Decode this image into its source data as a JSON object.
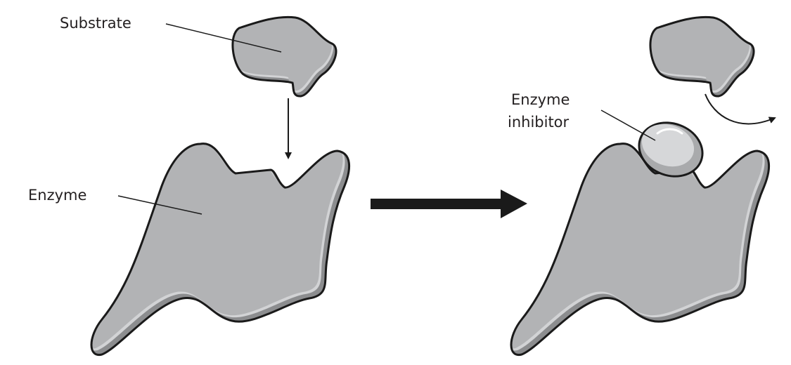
{
  "labels": {
    "substrate": "Substrate",
    "enzyme": "Enzyme",
    "inhibitor_line1": "Enzyme",
    "inhibitor_line2": "inhibitor"
  },
  "colors": {
    "outline": "#1a1a1a",
    "body": "#b2b3b5",
    "shadow": "#8c8d8f",
    "inhibitor": "#d6d7d9"
  }
}
